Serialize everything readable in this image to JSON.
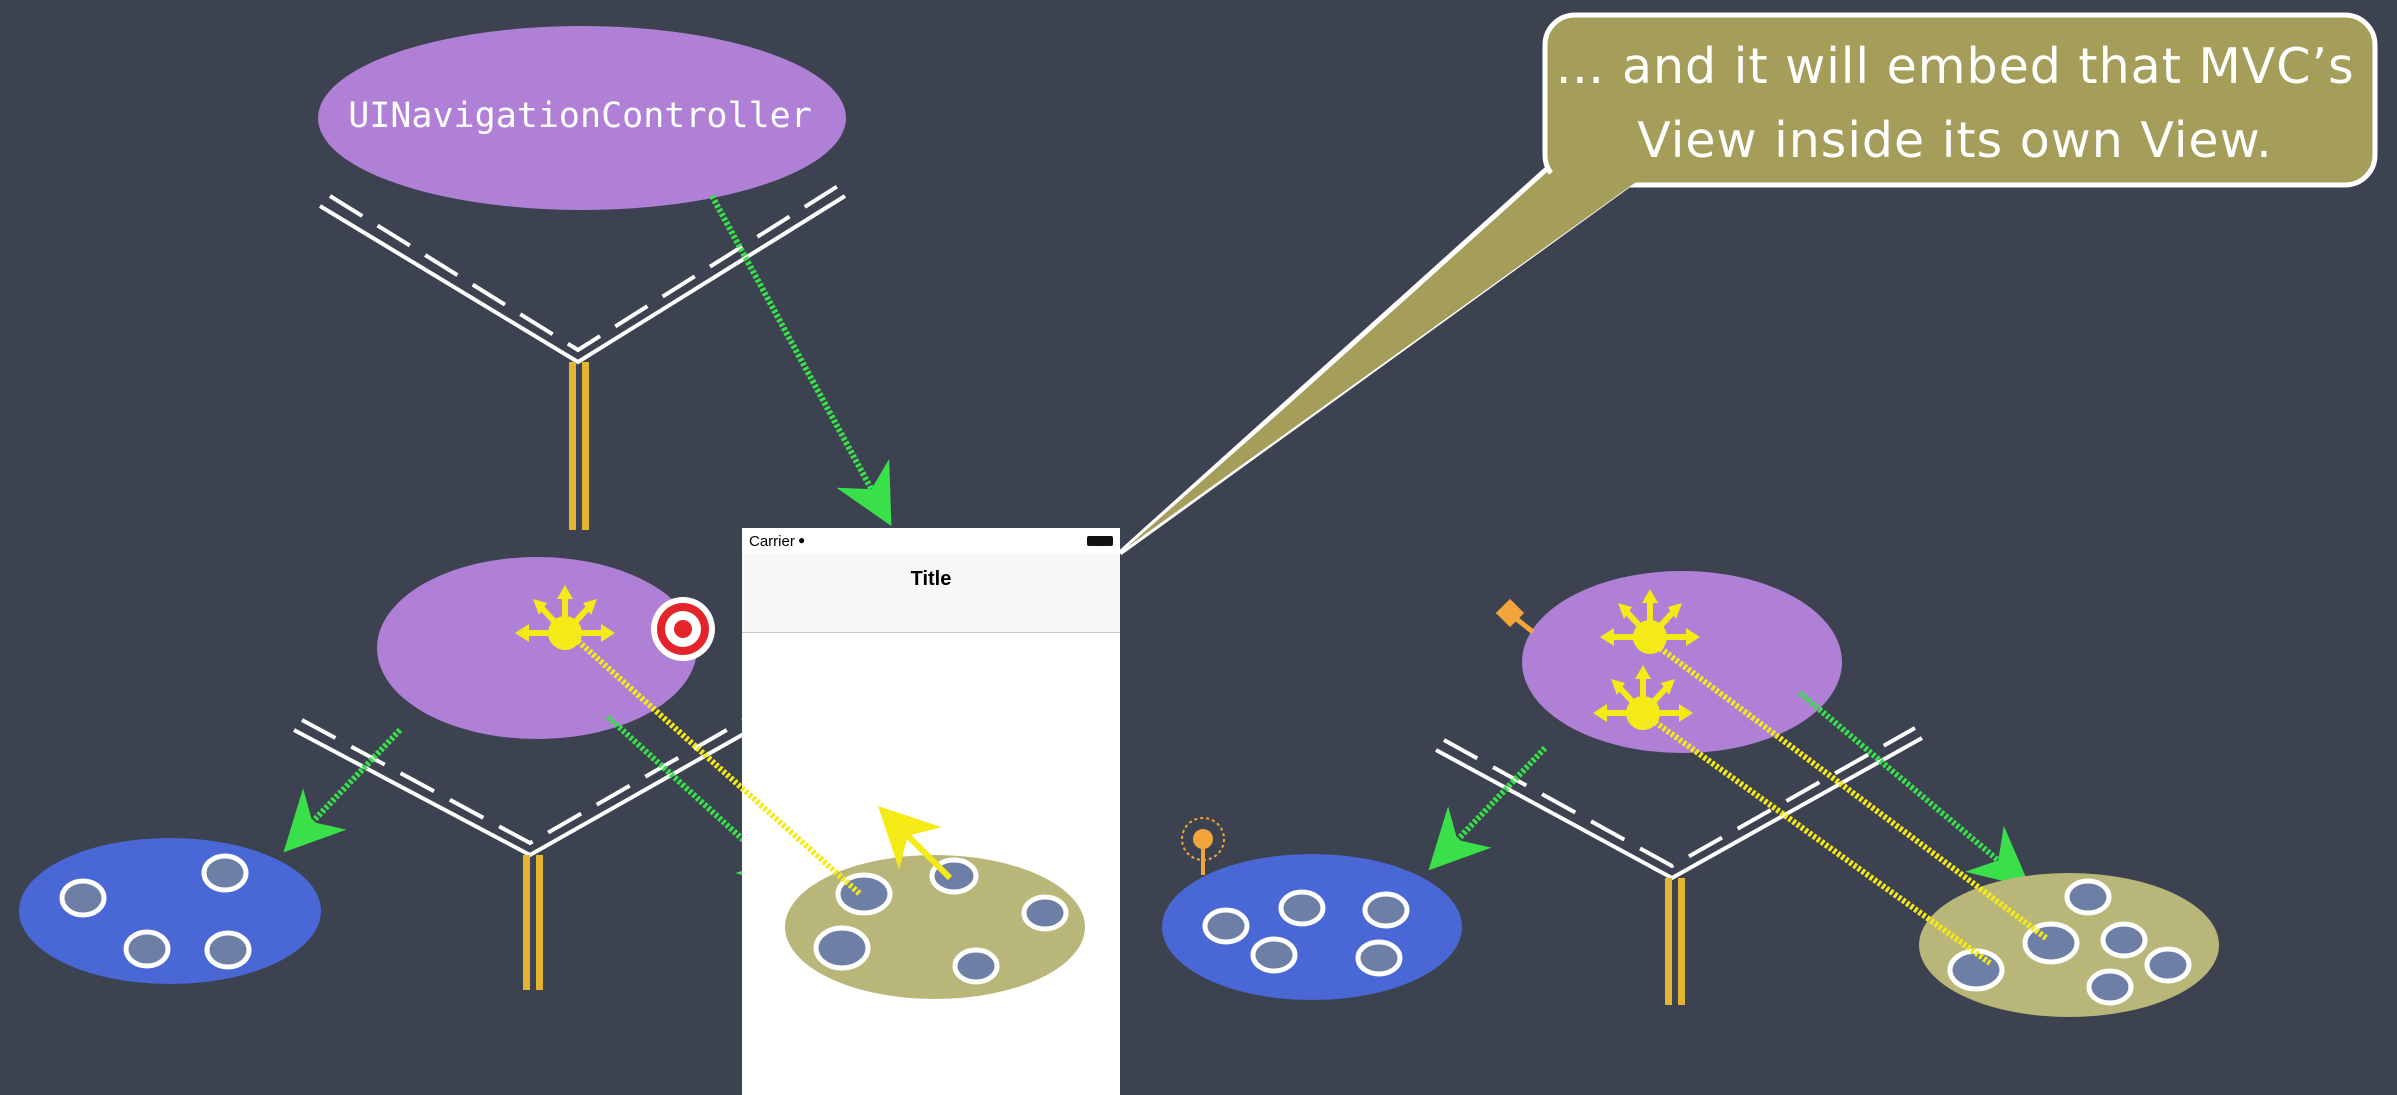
{
  "callout": {
    "line1": "… and it will embed that MVC’s",
    "line2": "View inside its own View."
  },
  "navigation_controller": {
    "label": "UINavigationController"
  },
  "phone": {
    "carrier": "Carrier",
    "title": "Title"
  },
  "colors": {
    "background": "#3c4250",
    "controller_ellipse": "#b07fd6",
    "view_ellipse_blue": "#4a67d6",
    "view_ellipse_olive": "#b8b678",
    "callout_fill": "#a49e5a",
    "green_arrow": "#39e04a",
    "yellow_arrow": "#f4ea16",
    "gold_bars": "#e2b431",
    "target_red": "#e3242b"
  },
  "icons": [
    "target-icon",
    "outlet-icon",
    "action-icon"
  ]
}
